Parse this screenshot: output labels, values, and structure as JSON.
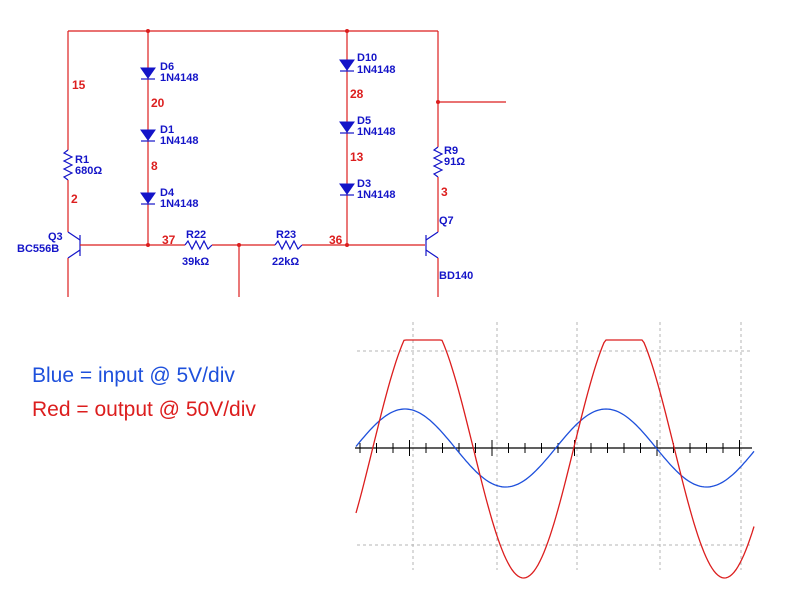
{
  "nodes": {
    "n15": "15",
    "n20": "20",
    "n8": "8",
    "n2": "2",
    "n37": "37",
    "n28": "28",
    "n13": "13",
    "n3": "3",
    "n36": "36"
  },
  "components": {
    "d6": {
      "ref": "D6",
      "part": "1N4148"
    },
    "d1": {
      "ref": "D1",
      "part": "1N4148"
    },
    "d4": {
      "ref": "D4",
      "part": "1N4148"
    },
    "d10": {
      "ref": "D10",
      "part": "1N4148"
    },
    "d5": {
      "ref": "D5",
      "part": "1N4148"
    },
    "d3": {
      "ref": "D3",
      "part": "1N4148"
    },
    "r1": {
      "ref": "R1",
      "value": "680Ω"
    },
    "r9": {
      "ref": "R9",
      "value": "91Ω"
    },
    "r22": {
      "ref": "R22",
      "value": "39kΩ"
    },
    "r23": {
      "ref": "R23",
      "value": "22kΩ"
    },
    "q3": {
      "ref": "Q3",
      "part": "BC556B"
    },
    "q7": {
      "ref": "Q7",
      "part": "BD140"
    }
  },
  "legend": {
    "blue": "Blue = input @ 5V/div",
    "red": "Red = output @ 50V/div",
    "blue_color": "#1e50dc",
    "red_color": "#dc1e1e"
  }
}
